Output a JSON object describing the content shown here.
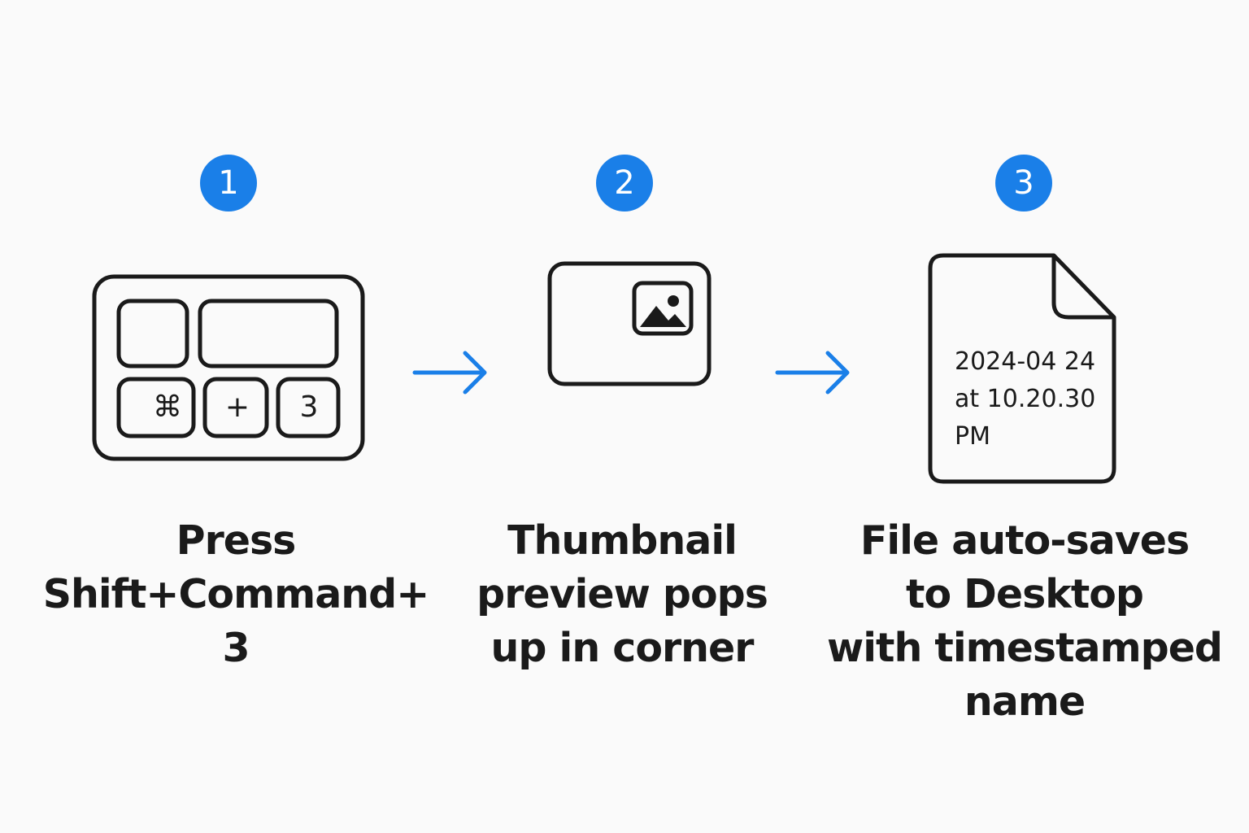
{
  "colors": {
    "accent": "#1A7FE8",
    "stroke": "#1A1A1A",
    "background": "#FAFAFA"
  },
  "steps": [
    {
      "number": "1",
      "icon": "keyboard-icon",
      "keys": [
        "⌘",
        "+",
        "3"
      ],
      "caption_lines": [
        "Press",
        "Shift+Command+",
        "3"
      ]
    },
    {
      "number": "2",
      "icon": "thumbnail-icon",
      "caption_lines": [
        "Thumbnail",
        "preview pops",
        "up in corner"
      ]
    },
    {
      "number": "3",
      "icon": "document-icon",
      "file_name_lines": [
        "2024-04 24",
        "at 10.20.30",
        "PM"
      ],
      "caption_lines": [
        "File auto-saves",
        "to Desktop",
        "with timestamped",
        "name"
      ]
    }
  ],
  "arrows": [
    "arrow-right-icon",
    "arrow-right-icon"
  ]
}
